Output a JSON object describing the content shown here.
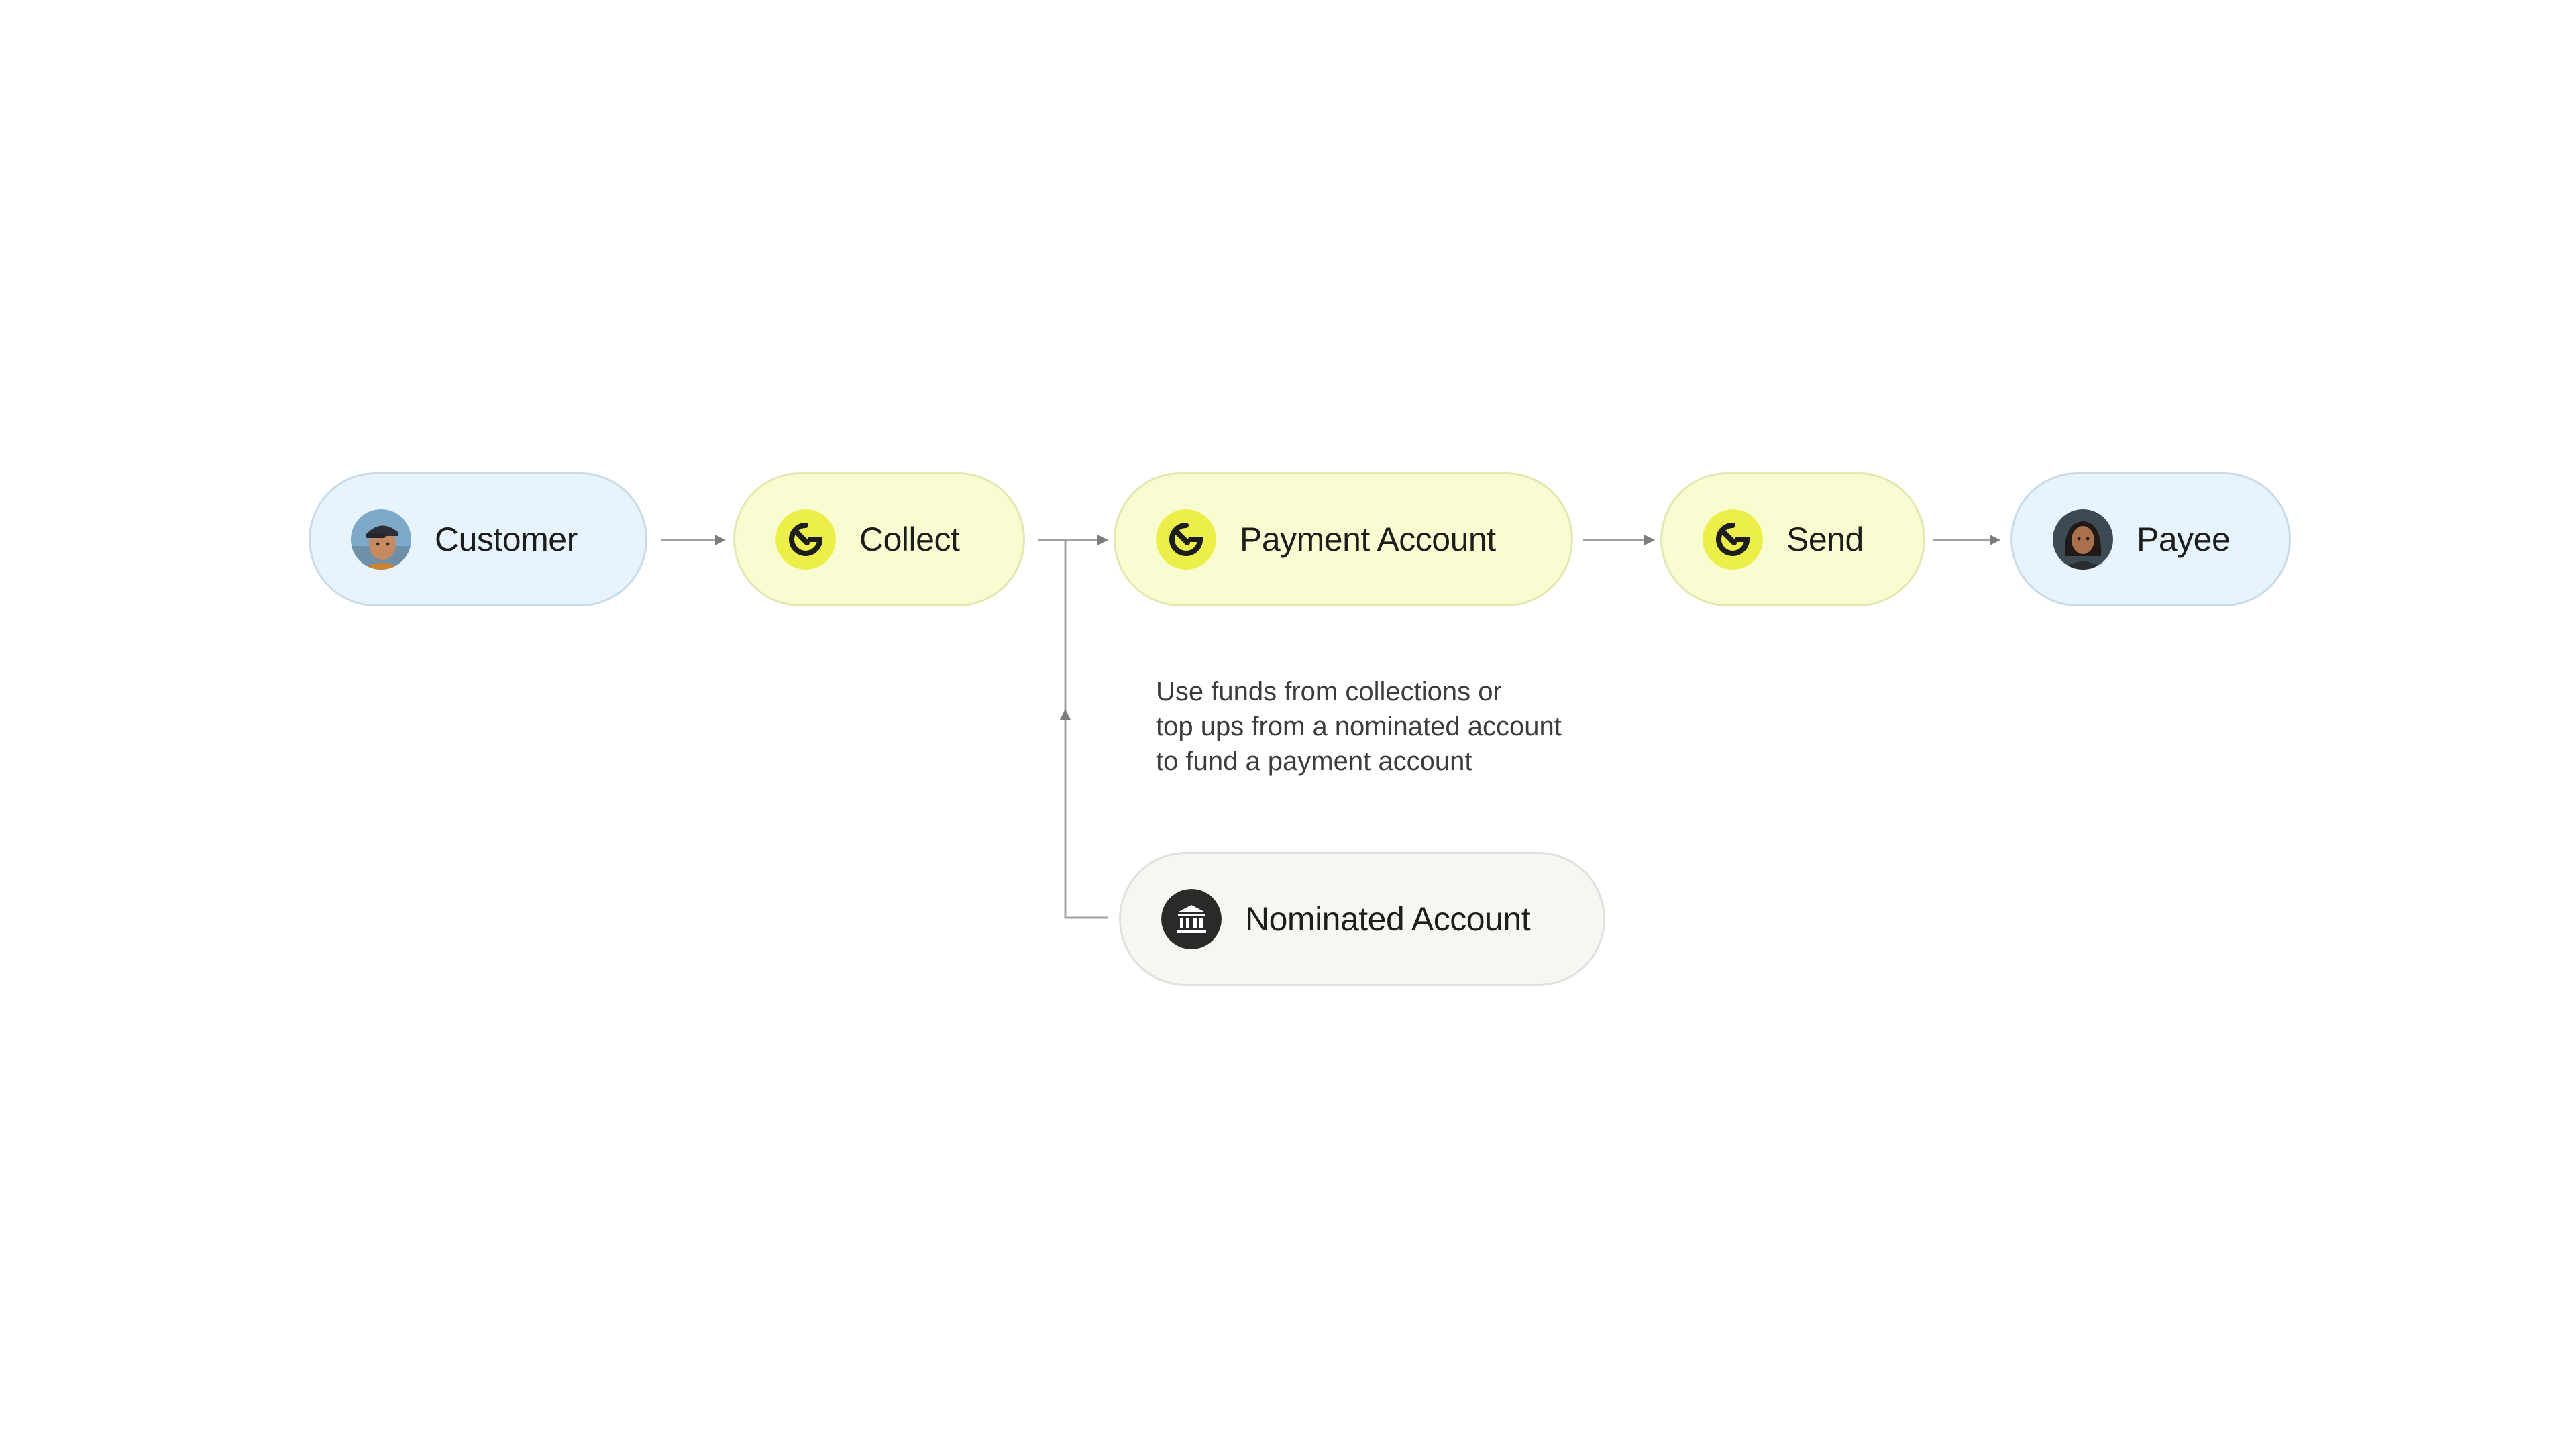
{
  "nodes": {
    "customer": {
      "label": "Customer",
      "icon": "customer-avatar"
    },
    "collect": {
      "label": "Collect",
      "icon": "brand-logo-icon"
    },
    "payment_account": {
      "label": "Payment Account",
      "icon": "brand-logo-icon"
    },
    "send": {
      "label": "Send",
      "icon": "brand-logo-icon"
    },
    "payee": {
      "label": "Payee",
      "icon": "payee-avatar"
    },
    "nominated_account": {
      "label": "Nominated Account",
      "icon": "bank-icon"
    }
  },
  "caption": {
    "line1": "Use funds from collections or",
    "line2": "top ups from a nominated account",
    "line3": "to fund a payment account"
  },
  "colors": {
    "person_fill": "#e7f4fd",
    "product_fill": "#f9fbd1",
    "external_fill": "#f7f6f3",
    "brand_yellow": "#ecee4a",
    "connector": "#9a9a98",
    "text": "#1d1d1b"
  }
}
